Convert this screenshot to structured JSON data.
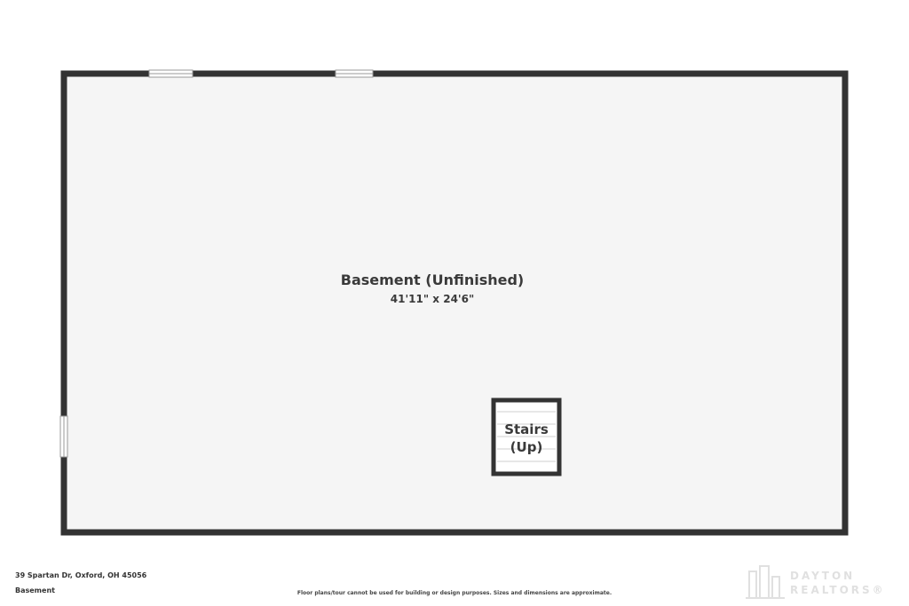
{
  "room": {
    "name": "Basement (Unfinished)",
    "dimensions": "41'11\" x 24'6\""
  },
  "stairs": {
    "label_line1": "Stairs",
    "label_line2": "(Up)"
  },
  "footer": {
    "address": "39 Spartan Dr, Oxford, OH 45056",
    "floor": "Basement",
    "disclaimer": "Floor plans/tour cannot be used for building or design purposes. Sizes and dimensions are approximate."
  },
  "watermark": {
    "line1": "DAYTON",
    "line2": "REALTORS®"
  },
  "colors": {
    "wall": "#333333",
    "floor": "#f5f5f5",
    "window": "#ffffff"
  }
}
